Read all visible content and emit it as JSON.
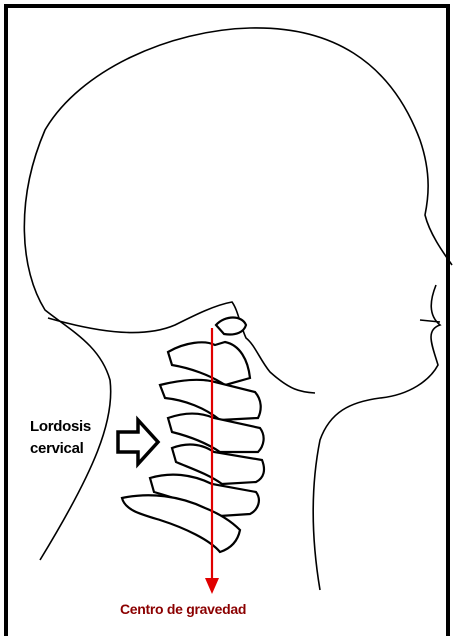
{
  "labels": {
    "lordosis_line1": "Lordosis",
    "lordosis_line2": "cervical",
    "center_of_gravity": "Centro de gravedad"
  },
  "colors": {
    "outline": "#000000",
    "gravity_line": "#e00000",
    "gravity_label": "#8b0000"
  },
  "icons": {
    "lordosis_arrow": "hollow-right-arrow-icon",
    "gravity_arrow": "down-arrow-icon"
  }
}
